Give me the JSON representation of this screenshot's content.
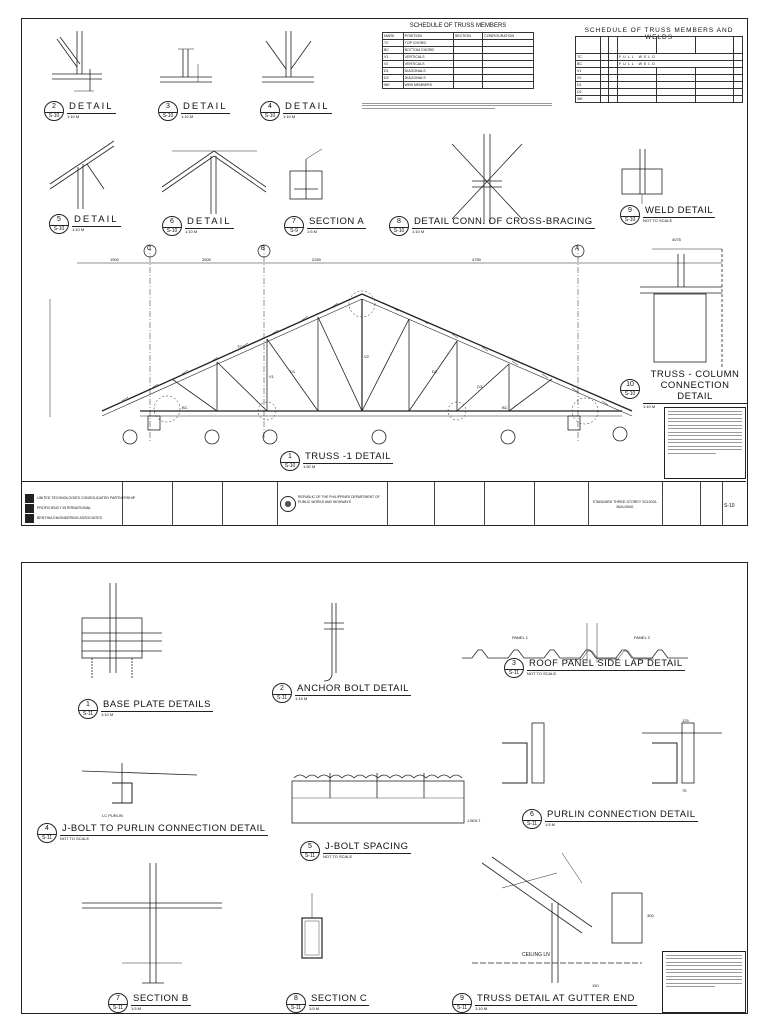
{
  "sheet1": {
    "schedule_title": "SCHEDULE OF TRUSS MEMBERS",
    "schedule_headers": [
      "MARK",
      "POSITION",
      "SECTION",
      "CONFIGURATION"
    ],
    "schedule_marks": [
      "TC",
      "BC",
      "V1",
      "V2",
      "D1",
      "D2",
      "WK"
    ],
    "schedule_positions": [
      "TOP CHORD",
      "BOTTOM CHORD",
      "VERTICALS",
      "VERTICALS",
      "DIAGONALS",
      "DIAGONALS",
      "WEB MEMBERS"
    ],
    "welds_title": "SCHEDULE OF TRUSS MEMBERS AND WELDS",
    "welds_rows": [
      "TC",
      "BC",
      "V1",
      "V2",
      "D1",
      "D2",
      "WK"
    ],
    "details": [
      {
        "num": "2",
        "sheet": "S-10",
        "title": "DETAIL",
        "scale": "1:10 M"
      },
      {
        "num": "3",
        "sheet": "S-10",
        "title": "DETAIL",
        "scale": "1:10 M"
      },
      {
        "num": "4",
        "sheet": "S-10",
        "title": "DETAIL",
        "scale": "1:10 M"
      },
      {
        "num": "5",
        "sheet": "S-10",
        "title": "DETAIL",
        "scale": "1:10 M"
      },
      {
        "num": "6",
        "sheet": "S-10",
        "title": "DETAIL",
        "scale": "1:10 M"
      },
      {
        "num": "7",
        "sheet": "S-9",
        "title": "SECTION A",
        "scale": "1:5 M"
      },
      {
        "num": "8",
        "sheet": "S-10",
        "title": "DETAIL CONN. OF CROSS-BRACING",
        "scale": "1:10 M"
      },
      {
        "num": "9",
        "sheet": "S-10",
        "title": "WELD DETAIL",
        "scale": "NOT TO SCALE"
      },
      {
        "num": "10",
        "sheet": "S-10",
        "title": "TRUSS - COLUMN CONNECTION DETAIL",
        "scale": "1:10 M"
      },
      {
        "num": "1",
        "sheet": "S-10",
        "title": "TRUSS -1 DETAIL",
        "scale": "1:50 M"
      }
    ],
    "grid": [
      "C",
      "B",
      "A"
    ],
    "dims": [
      "1500",
      "2500",
      "2250",
      "4750",
      "4075"
    ],
    "member_labels": [
      "TC",
      "BC",
      "BC",
      "V1",
      "V2",
      "D1",
      "D2",
      "D3"
    ],
    "titleblock": {
      "partnership": "UNITED TECHNOLOGIES CONSOLIDATED PARTNERSHIP",
      "second": "PROFICIENCY INTERNATIONAL",
      "third": "BENTHIA ENGINEERING ASSOCIATES",
      "agency": "REPUBLIC OF THE PHILIPPINES DEPARTMENT OF PUBLIC WORKS AND HIGHWAYS",
      "project": "STANDARD THREE-STOREY SCHOOL BUILDING",
      "sheet": "S-10"
    }
  },
  "sheet2": {
    "details": [
      {
        "num": "1",
        "sheet": "S-11",
        "title": "BASE PLATE DETAILS",
        "scale": "1:10 M"
      },
      {
        "num": "2",
        "sheet": "S-11",
        "title": "ANCHOR BOLT DETAIL",
        "scale": "1:15 M"
      },
      {
        "num": "3",
        "sheet": "S-11",
        "title": "ROOF PANEL SIDE LAP DETAIL",
        "scale": "NOT TO SCALE"
      },
      {
        "num": "4",
        "sheet": "S-11",
        "title": "J-BOLT TO PURLIN CONNECTION DETAIL",
        "scale": "NOT TO SCALE"
      },
      {
        "num": "5",
        "sheet": "S-11",
        "title": "J-BOLT SPACING",
        "scale": "NOT TO SCALE"
      },
      {
        "num": "6",
        "sheet": "S-11",
        "title": "PURLIN CONNECTION DETAIL",
        "scale": "1:5 M"
      },
      {
        "num": "7",
        "sheet": "S-11",
        "title": "SECTION B",
        "scale": "1:5 M"
      },
      {
        "num": "8",
        "sheet": "S-11",
        "title": "SECTION C",
        "scale": "1:5 M"
      },
      {
        "num": "9",
        "sheet": "S-11",
        "title": "TRUSS DETAIL AT GUTTER END",
        "scale": "1:10 M"
      }
    ],
    "callouts": [
      "CEILING LN",
      "PANEL 1",
      "PANEL 2",
      "LC PURLIN",
      "J-BOLT",
      "125",
      "150",
      "75",
      "300"
    ]
  }
}
